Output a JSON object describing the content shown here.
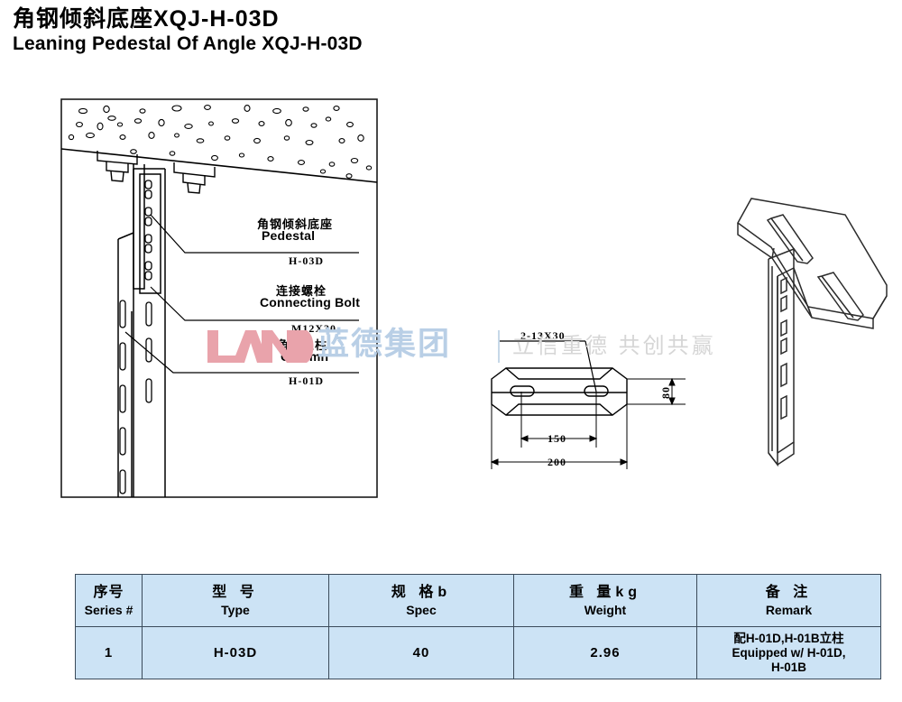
{
  "title": {
    "cn": "角钢倾斜底座XQJ-H-03D",
    "en": "Leaning Pedestal Of Angle XQJ-H-03D"
  },
  "watermark": {
    "logo_text": "LAND",
    "company_cn": "蓝德集团",
    "tagline": "立信重德 共创共赢",
    "logo_color": "#e8a0a8",
    "company_color": "#b9cfe6",
    "tagline_color": "#d6d6d6"
  },
  "diagram": {
    "callouts": [
      {
        "cn": "角钢倾斜底座",
        "en": "Pedestal",
        "code": "H-03D"
      },
      {
        "cn": "连接螺栓",
        "en": "Connecting Bolt",
        "code": "M12X30"
      },
      {
        "cn": "角钢立柱",
        "en": "Column",
        "code": "H-01D"
      }
    ],
    "dimensions": {
      "slot_note": "2-13X30",
      "height": "80",
      "hole_spacing": "150",
      "total_width": "200"
    }
  },
  "table": {
    "headers": [
      {
        "cn": "序号",
        "en": "Series #"
      },
      {
        "cn": "型  号",
        "en": "Type"
      },
      {
        "cn": "规  格b",
        "en": "Spec"
      },
      {
        "cn": "重  量kg",
        "en": "Weight"
      },
      {
        "cn": "备  注",
        "en": "Remark"
      }
    ],
    "rows": [
      {
        "series": "1",
        "type": "H-03D",
        "spec": "40",
        "weight": "2.96",
        "remark_line1": "配H-01D,H-01B立柱",
        "remark_line2": "Equipped w/ H-01D,",
        "remark_line3": "H-01B"
      }
    ],
    "cell_color": "#cce3f5",
    "border_color": "#3a4a5a"
  }
}
